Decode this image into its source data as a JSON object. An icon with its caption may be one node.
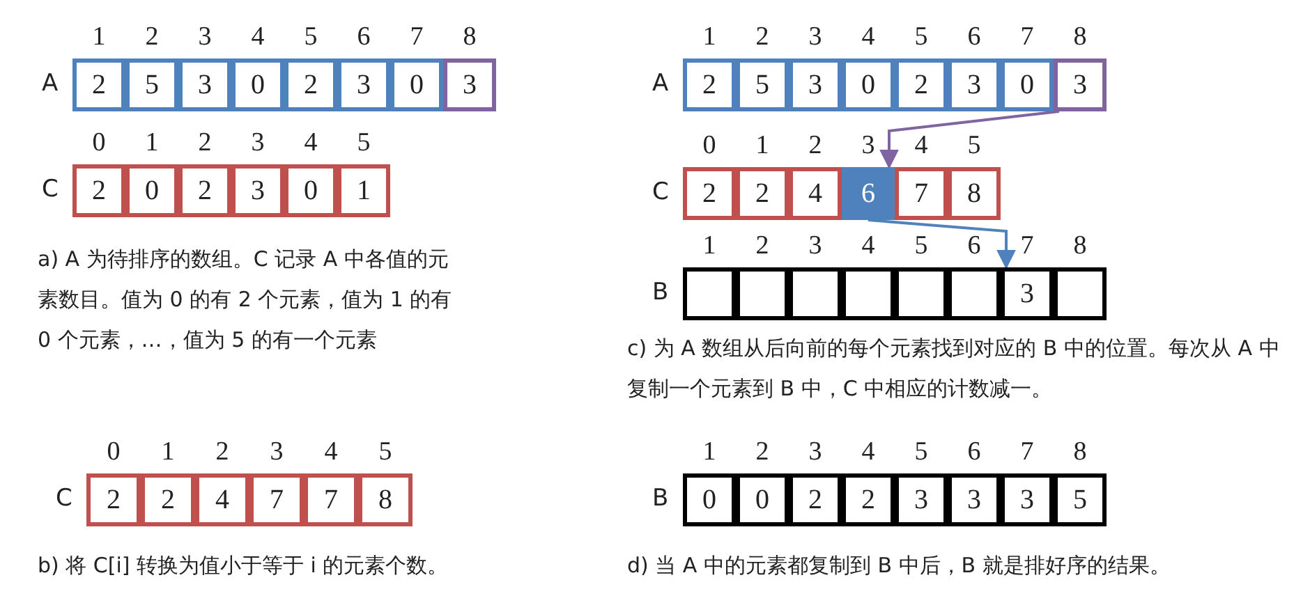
{
  "diagram": {
    "nodes": [
      {
        "text": [
          "A"
        ]
      },
      {
        "text": [
          "2"
        ],
        "beside": [
          "1"
        ],
        "in": 0
      },
      {
        "text": [
          "5"
        ],
        "beside": [
          "2"
        ],
        "in": 0
      },
      {
        "text": [
          "3"
        ],
        "beside": [
          "3"
        ],
        "in": 0
      },
      {
        "text": [
          "0"
        ],
        "beside": [
          "4"
        ],
        "in": 0
      },
      {
        "text": [
          "2"
        ],
        "beside": [
          "5"
        ],
        "in": 0
      },
      {
        "text": [
          "3"
        ],
        "beside": [
          "6"
        ],
        "in": 0
      },
      {
        "text": [
          "0"
        ],
        "beside": [
          "7"
        ],
        "in": 0
      },
      {
        "text": [
          "3"
        ],
        "beside": [
          "8"
        ],
        "in": 0
      },
      {
        "text": [
          "C"
        ]
      },
      {
        "text": [
          "2"
        ],
        "beside": [
          "0"
        ],
        "in": 9
      },
      {
        "text": [
          "0"
        ],
        "beside": [
          "1"
        ],
        "in": 9
      },
      {
        "text": [
          "2"
        ],
        "beside": [
          "2"
        ],
        "in": 9
      },
      {
        "text": [
          "3"
        ],
        "beside": [
          "3"
        ],
        "in": 9
      },
      {
        "text": [
          "0"
        ],
        "beside": [
          "4"
        ],
        "in": 9
      },
      {
        "text": [
          "1"
        ],
        "beside": [
          "5"
        ],
        "in": 9
      },
      {
        "text": [
          "C"
        ]
      },
      {
        "text": [
          "2"
        ],
        "beside": [
          "0"
        ],
        "in": 16
      },
      {
        "text": [
          "2"
        ],
        "beside": [
          "1"
        ],
        "in": 16
      },
      {
        "text": [
          "4"
        ],
        "beside": [
          "2"
        ],
        "in": 16
      },
      {
        "text": [
          "7"
        ],
        "beside": [
          "3"
        ],
        "in": 16
      },
      {
        "text": [
          "7"
        ],
        "beside": [
          "4"
        ],
        "in": 16
      },
      {
        "text": [
          "8"
        ],
        "beside": [
          "5"
        ],
        "in": 16
      },
      {
        "text": [
          "A"
        ]
      },
      {
        "text": [
          "2"
        ],
        "beside": [
          "1"
        ],
        "in": 23
      },
      {
        "text": [
          "5"
        ],
        "beside": [
          "2"
        ],
        "in": 23
      },
      {
        "text": [
          "3"
        ],
        "beside": [
          "3"
        ],
        "in": 23
      },
      {
        "text": [
          "0"
        ],
        "beside": [
          "4"
        ],
        "in": 23
      },
      {
        "text": [
          "2"
        ],
        "beside": [
          "5"
        ],
        "in": 23
      },
      {
        "text": [
          "3"
        ],
        "beside": [
          "6"
        ],
        "in": 23
      },
      {
        "text": [
          "0"
        ],
        "beside": [
          "7"
        ],
        "in": 23
      },
      {
        "text": [
          "3"
        ],
        "beside": [
          "8"
        ],
        "in": 23
      },
      {
        "text": [
          "C"
        ]
      },
      {
        "text": [
          "2"
        ],
        "beside": [
          "0"
        ],
        "in": 32
      },
      {
        "text": [
          "2"
        ],
        "beside": [
          "1"
        ],
        "in": 32
      },
      {
        "text": [
          "4"
        ],
        "beside": [
          "2"
        ],
        "in": 32
      },
      {
        "text": [
          "6"
        ],
        "beside": [
          "3"
        ],
        "in": 32
      },
      {
        "text": [
          "7"
        ],
        "beside": [
          "4"
        ],
        "in": 32
      },
      {
        "text": [
          "8"
        ],
        "beside": [
          "5"
        ],
        "in": 32
      },
      {
        "text": [
          "B"
        ]
      },
      {
        "text": [],
        "shape": "box",
        "beside": [
          "1"
        ],
        "in": 39
      },
      {
        "text": [],
        "shape": "box",
        "beside": [
          "2"
        ],
        "in": 39
      },
      {
        "text": [],
        "shape": "box",
        "beside": [
          "3"
        ],
        "in": 39
      },
      {
        "text": [],
        "shape": "box",
        "beside": [
          "4"
        ],
        "in": 39
      },
      {
        "text": [],
        "shape": "box",
        "beside": [
          "5"
        ],
        "in": 39
      },
      {
        "text": [],
        "shape": "box",
        "beside": [
          "6"
        ],
        "in": 39
      },
      {
        "text": [
          "3"
        ],
        "beside": [
          "7"
        ],
        "in": 39
      },
      {
        "text": [],
        "shape": "box",
        "beside": [
          "8"
        ],
        "in": 39
      },
      {
        "text": [
          "B"
        ]
      },
      {
        "text": [
          "0"
        ],
        "beside": [
          "1"
        ],
        "in": 48
      },
      {
        "text": [
          "0"
        ],
        "beside": [
          "2"
        ],
        "in": 48
      },
      {
        "text": [
          "2"
        ],
        "beside": [
          "3"
        ],
        "in": 48
      },
      {
        "text": [
          "2"
        ],
        "beside": [
          "4"
        ],
        "in": 48
      },
      {
        "text": [
          "3"
        ],
        "beside": [
          "5"
        ],
        "in": 48
      },
      {
        "text": [
          "3"
        ],
        "beside": [
          "6"
        ],
        "in": 48
      },
      {
        "text": [
          "3"
        ],
        "beside": [
          "7"
        ],
        "in": 48
      },
      {
        "text": [
          "5"
        ],
        "beside": [
          "8"
        ],
        "in": 48
      }
    ],
    "edges": [
      {
        "from": 31,
        "to": 36,
        "arrow": "to",
        "color": "#8064a2"
      },
      {
        "from": 36,
        "to": 46,
        "arrow": "to",
        "color": "#4f81bd"
      }
    ],
    "labels": [
      "a) A 为待排序的数组。C 记录 A 中各值的元素数目。值为 0 的有 2 个元素，值为 1 的有 0 个元素，…，值为 5 的有一个元素",
      "b) 将 C[i] 转换为值小于等于 i 的元素个数。",
      "c) 为 A 数组从后向前的每个元素找到对应的 B 中的位置。每次从 A 中复制一个元素到 B 中，C 中相应的计数减一。",
      "d) 当 A 中的元素都复制到 B 中后，B 就是排好序的结果。"
    ]
  }
}
